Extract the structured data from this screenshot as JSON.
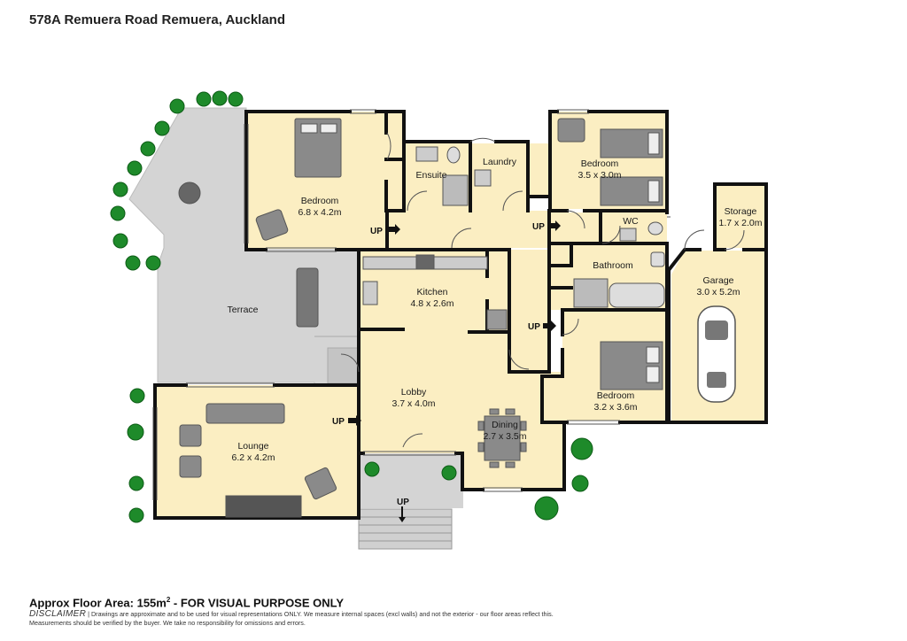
{
  "title": "578A Remuera Road Remuera, Auckland",
  "rooms": [
    {
      "id": "bedroom1",
      "name": "Bedroom",
      "size": "6.8 x 4.2m"
    },
    {
      "id": "ensuite",
      "name": "Ensuite",
      "size": ""
    },
    {
      "id": "laundry",
      "name": "Laundry",
      "size": ""
    },
    {
      "id": "bedroom2",
      "name": "Bedroom",
      "size": "3.5 x 3.0m"
    },
    {
      "id": "wc",
      "name": "WC",
      "size": ""
    },
    {
      "id": "storage",
      "name": "Storage",
      "size": "1.7 x 2.0m"
    },
    {
      "id": "bathroom",
      "name": "Bathroom",
      "size": ""
    },
    {
      "id": "garage",
      "name": "Garage",
      "size": "3.0 x 5.2m"
    },
    {
      "id": "kitchen",
      "name": "Kitchen",
      "size": "4.8 x 2.6m"
    },
    {
      "id": "terrace",
      "name": "Terrace",
      "size": ""
    },
    {
      "id": "bedroom3",
      "name": "Bedroom",
      "size": "3.2 x 3.6m"
    },
    {
      "id": "lobby",
      "name": "Lobby",
      "size": "3.7 x 4.0m"
    },
    {
      "id": "dining",
      "name": "Dining",
      "size": "2.7 x 3.5m"
    },
    {
      "id": "lounge",
      "name": "Lounge",
      "size": "6.2 x 4.2m"
    }
  ],
  "up_markers": [
    "UP",
    "UP",
    "UP",
    "UP",
    "UP"
  ],
  "colors": {
    "room_fill": "#fbeec2",
    "terrace_fill": "#d4d4d4",
    "wall": "#111111",
    "furniture": "#8a8a8a",
    "plant": "#1e8a2a"
  },
  "footer": {
    "area_text": "Approx Floor Area: 155m",
    "area_sup": "2",
    "area_suffix": " - FOR VISUAL PURPOSE ONLY",
    "disclaimer_head": "DISCLAIMER",
    "disclaimer_text": " | Drawings are approximate and to be used for visual representations ONLY. We measure internal spaces (excl walls) and not the exterior - our floor areas reflect this. Measurements should be verified by the buyer. We take no responsibility for omissions and errors."
  }
}
